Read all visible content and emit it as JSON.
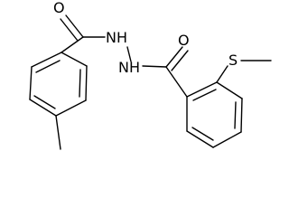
{
  "structure": {
    "atoms": {
      "o1": "O",
      "o2": "O",
      "nh1": "NH",
      "nh2": "NH",
      "s": "S"
    }
  },
  "colors": {
    "bond": "#000000",
    "label": "#000000",
    "background": "#ffffff"
  }
}
